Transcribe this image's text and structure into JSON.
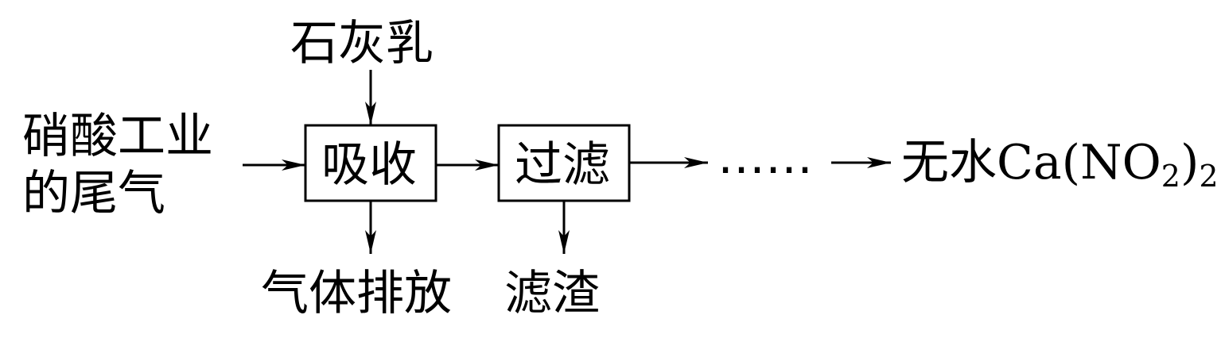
{
  "feed": {
    "line1": "硝酸工业",
    "line2": "的尾气"
  },
  "reagent": "石灰乳",
  "steps": [
    {
      "label": "吸收"
    },
    {
      "label": "过滤"
    }
  ],
  "byproducts": {
    "gas": "气体排放",
    "residue": "滤渣"
  },
  "ellipsis": "……",
  "product": {
    "prefix": "无水Ca(NO",
    "sub1": "2",
    "mid": ")",
    "sub2": "2"
  }
}
